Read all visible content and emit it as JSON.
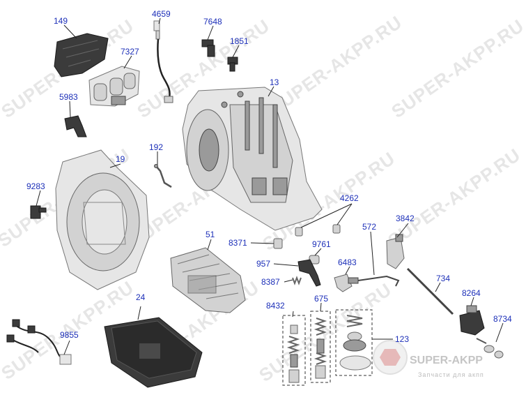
{
  "watermark": "SUPER-AKPP.RU",
  "logo": {
    "name": "SUPER-AKPP",
    "subtitle": "Запчасти для акпп"
  },
  "callouts": [
    {
      "id": "c149",
      "text": "149"
    },
    {
      "id": "c4659",
      "text": "4659"
    },
    {
      "id": "c7648",
      "text": "7648"
    },
    {
      "id": "c1851",
      "text": "1851"
    },
    {
      "id": "c7327",
      "text": "7327"
    },
    {
      "id": "c13",
      "text": "13"
    },
    {
      "id": "c5983",
      "text": "5983"
    },
    {
      "id": "c192",
      "text": "192"
    },
    {
      "id": "c19",
      "text": "19"
    },
    {
      "id": "c9283",
      "text": "9283"
    },
    {
      "id": "c4262",
      "text": "4262"
    },
    {
      "id": "c572",
      "text": "572"
    },
    {
      "id": "c3842",
      "text": "3842"
    },
    {
      "id": "c51",
      "text": "51"
    },
    {
      "id": "c8371",
      "text": "8371"
    },
    {
      "id": "c9761",
      "text": "9761"
    },
    {
      "id": "c957",
      "text": "957"
    },
    {
      "id": "c6483",
      "text": "6483"
    },
    {
      "id": "c734",
      "text": "734"
    },
    {
      "id": "c8387",
      "text": "8387"
    },
    {
      "id": "c8264",
      "text": "8264"
    },
    {
      "id": "c24",
      "text": "24"
    },
    {
      "id": "c8432",
      "text": "8432"
    },
    {
      "id": "c675",
      "text": "675"
    },
    {
      "id": "c8734",
      "text": "8734"
    },
    {
      "id": "c9855",
      "text": "9855"
    },
    {
      "id": "c123",
      "text": "123"
    }
  ]
}
